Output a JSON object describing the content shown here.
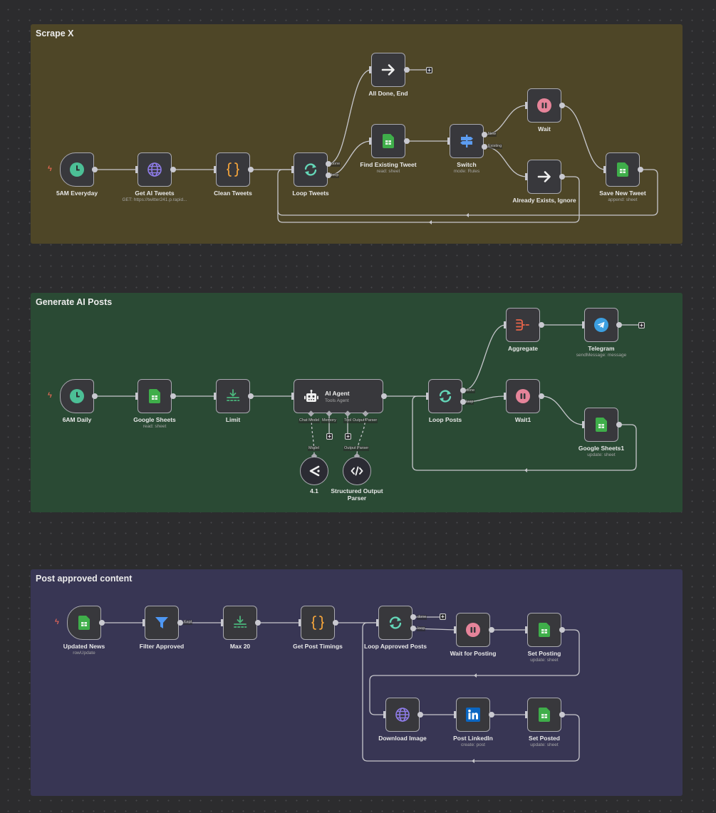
{
  "colors": {
    "canvas": "#2c2c2e",
    "frame_scrape": "#4e4627",
    "frame_generate": "#2a4a34",
    "frame_post": "#383654",
    "node_bg": "#38383c",
    "node_border": "#a9a9b0",
    "wire": "#c7c7cc",
    "trigger_bolt": "#ff6d5a",
    "schedule_green": "#4cbf96",
    "http_purple": "#8e7ce8",
    "code_orange": "#f0a23b",
    "loop_teal": "#64d6b8",
    "sheets_green": "#3fae4a",
    "switch_blue": "#5c9cf0",
    "wait_pink": "#e6849a",
    "aggregate_red": "#e8654a",
    "telegram_blue": "#3c9fe0",
    "filter_blue": "#4e97f3",
    "limit_green": "#4bb67c",
    "linkedin_blue": "#0a66c2"
  },
  "frames": [
    {
      "title": "Scrape X",
      "nodes": [
        {
          "id": "5am",
          "label": "5AM Everyday",
          "sub": "",
          "icon": "clock-icon"
        },
        {
          "id": "getai",
          "label": "Get AI Tweets",
          "sub": "GET: https://twitter241.p.rapid...",
          "icon": "globe-icon"
        },
        {
          "id": "clean",
          "label": "Clean Tweets",
          "sub": "",
          "icon": "code-braces-icon"
        },
        {
          "id": "loop",
          "label": "Loop Tweets",
          "sub": "",
          "icon": "loop-icon"
        },
        {
          "id": "alldone",
          "label": "All Done, End",
          "sub": "",
          "icon": "arrow-right-icon"
        },
        {
          "id": "find",
          "label": "Find Existing Tweet",
          "sub": "read: sheet",
          "icon": "sheets-icon"
        },
        {
          "id": "switch",
          "label": "Switch",
          "sub": "mode: Rules",
          "icon": "signpost-icon"
        },
        {
          "id": "wait",
          "label": "Wait",
          "sub": "",
          "icon": "pause-icon"
        },
        {
          "id": "already",
          "label": "Already Exists, Ignore",
          "sub": "",
          "icon": "arrow-right-icon"
        },
        {
          "id": "save",
          "label": "Save New Tweet",
          "sub": "append: sheet",
          "icon": "sheets-icon"
        }
      ],
      "port_labels": {
        "done": "done",
        "loop": "loop",
        "new": "New",
        "existing": "Existing"
      }
    },
    {
      "title": "Generate AI Posts",
      "nodes": [
        {
          "id": "6am",
          "label": "6AM Daily",
          "sub": "",
          "icon": "clock-icon"
        },
        {
          "id": "gsheets",
          "label": "Google Sheets",
          "sub": "read: sheet",
          "icon": "sheets-icon"
        },
        {
          "id": "limit",
          "label": "Limit",
          "sub": "",
          "icon": "limit-icon"
        },
        {
          "id": "agent",
          "label": "AI Agent",
          "sub": "Tools Agent",
          "icon": "robot-icon"
        },
        {
          "id": "model",
          "label": "4.1",
          "sub": "",
          "icon": "openai-model-icon"
        },
        {
          "id": "parser",
          "label": "Structured Output Parser",
          "sub": "",
          "icon": "code-tag-icon"
        },
        {
          "id": "loopposts",
          "label": "Loop Posts",
          "sub": "",
          "icon": "loop-icon"
        },
        {
          "id": "aggregate",
          "label": "Aggregate",
          "sub": "",
          "icon": "aggregate-icon"
        },
        {
          "id": "telegram",
          "label": "Telegram",
          "sub": "sendMessage: message",
          "icon": "telegram-icon"
        },
        {
          "id": "wait1",
          "label": "Wait1",
          "sub": "",
          "icon": "pause-icon"
        },
        {
          "id": "gsheets1",
          "label": "Google Sheets1",
          "sub": "update: sheet",
          "icon": "sheets-icon"
        }
      ],
      "port_labels": {
        "chat_model": "Chat Model",
        "memory": "Memory",
        "tool": "Tool",
        "output_parser": "Output Parser",
        "model": "Model",
        "output_parser_in": "Output Parser",
        "done": "done",
        "loop": "loop"
      }
    },
    {
      "title": "Post approved content",
      "nodes": [
        {
          "id": "updated",
          "label": "Updated News",
          "sub": "rowUpdate",
          "icon": "sheets-icon"
        },
        {
          "id": "filter",
          "label": "Filter Approved",
          "sub": "",
          "icon": "filter-icon"
        },
        {
          "id": "max20",
          "label": "Max 20",
          "sub": "",
          "icon": "limit-icon"
        },
        {
          "id": "timings",
          "label": "Get Post Timings",
          "sub": "",
          "icon": "code-braces-icon"
        },
        {
          "id": "loopapproved",
          "label": "Loop Approved Posts",
          "sub": "",
          "icon": "loop-icon"
        },
        {
          "id": "waitposting",
          "label": "Wait for Posting",
          "sub": "",
          "icon": "pause-icon"
        },
        {
          "id": "setposting",
          "label": "Set Posting",
          "sub": "update: sheet",
          "icon": "sheets-icon"
        },
        {
          "id": "download",
          "label": "Download Image",
          "sub": "",
          "icon": "globe-icon"
        },
        {
          "id": "linkedin",
          "label": "Post LinkedIn",
          "sub": "create: post",
          "icon": "linkedin-icon"
        },
        {
          "id": "setposted",
          "label": "Set Posted",
          "sub": "update: sheet",
          "icon": "sheets-icon"
        }
      ],
      "port_labels": {
        "kept": "Kept",
        "done": "done",
        "loop": "loop"
      }
    }
  ],
  "plus_symbol": "+",
  "bolt_symbol": "ϟ"
}
